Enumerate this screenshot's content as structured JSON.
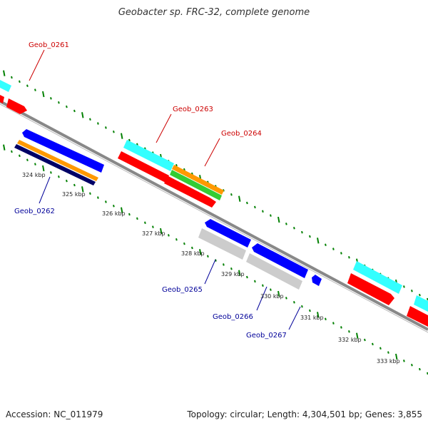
{
  "title": "Geobacter sp. FRC-32, complete genome",
  "footer": {
    "accession": "Accession: NC_011979",
    "topology": "Topology: circular; Length: 4,304,501 bp; Genes: 3,855"
  },
  "colors": {
    "cyan": "#33ffff",
    "red": "#ff0000",
    "orange": "#ff9900",
    "green": "#33cc33",
    "blue": "#0000ff",
    "navy": "#000066",
    "grey": "#cccccc",
    "backbone": "#888888",
    "tick": "#008000",
    "label_red": "#cc0000",
    "label_blue": "#000099"
  },
  "gene_labels": [
    {
      "id": "Geob_0261",
      "text": "Geob_0261",
      "strand": "plus"
    },
    {
      "id": "Geob_0262",
      "text": "Geob_0262",
      "strand": "minus"
    },
    {
      "id": "Geob_0263",
      "text": "Geob_0263",
      "strand": "plus"
    },
    {
      "id": "Geob_0264",
      "text": "Geob_0264",
      "strand": "plus"
    },
    {
      "id": "Geob_0265",
      "text": "Geob_0265",
      "strand": "minus"
    },
    {
      "id": "Geob_0266",
      "text": "Geob_0266",
      "strand": "minus"
    },
    {
      "id": "Geob_0267",
      "text": "Geob_0267",
      "strand": "minus"
    }
  ],
  "kbp_ticks": [
    "324 kbp",
    "325 kbp",
    "326 kbp",
    "327 kbp",
    "328 kbp",
    "329 kbp",
    "330 kbp",
    "331 kbp",
    "332 kbp",
    "333 kbp"
  ]
}
